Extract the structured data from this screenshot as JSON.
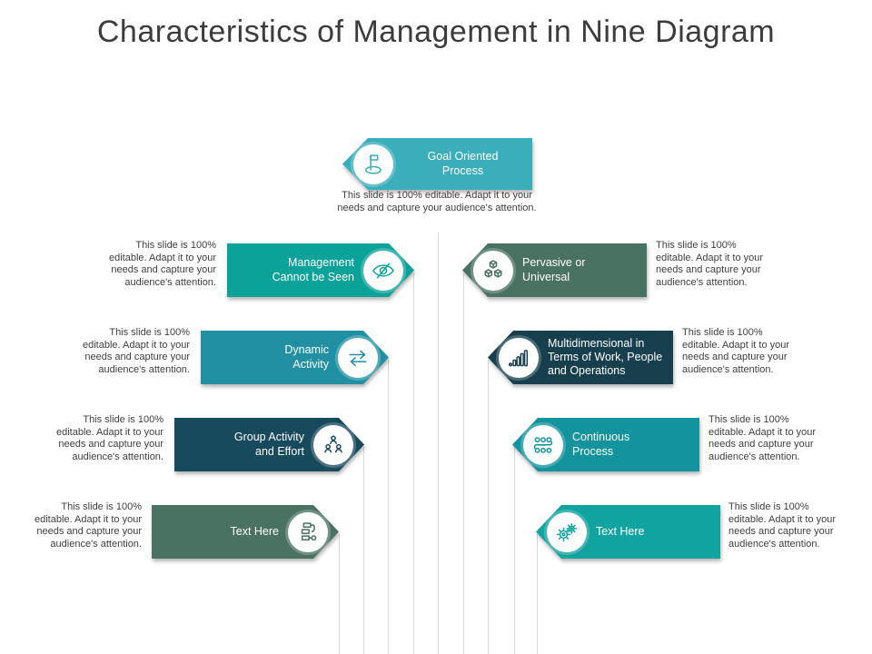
{
  "title": "Characteristics of Management in Nine Diagram",
  "caption": "This slide is 100% editable. Adapt it to your needs and capture your audience's attention.",
  "colors": {
    "background": "#ffffff",
    "title_text": "#3c3c3c",
    "caption_text": "#404040",
    "banner_text": "#ffffff",
    "connector_line": "#d9d9d9"
  },
  "banners": [
    {
      "label": "Goal Oriented Process",
      "color": "#3aaeba",
      "icon": "goal-flag-icon",
      "position": "top-center"
    },
    {
      "label": "Management Cannot be Seen",
      "color": "#0ba29a",
      "icon": "eye-hidden-icon",
      "position": "left-row-1"
    },
    {
      "label": "Pervasive or Universal",
      "color": "#4a7263",
      "icon": "cubes-icon",
      "position": "right-row-1"
    },
    {
      "label": "Dynamic Activity",
      "color": "#2090a2",
      "icon": "exchange-arrows-icon",
      "position": "left-row-2"
    },
    {
      "label": "Multidimensional in Terms of Work, People and Operations",
      "color": "#173f4e",
      "icon": "bar-chart-icon",
      "position": "right-row-2"
    },
    {
      "label": "Group Activity and Effort",
      "color": "#184a5e",
      "icon": "people-group-icon",
      "position": "left-row-3"
    },
    {
      "label": "Continuous Process",
      "color": "#12939d",
      "icon": "process-flow-icon",
      "position": "right-row-3"
    },
    {
      "label": "Text Here",
      "color": "#4a7263",
      "icon": "flowchart-docs-icon",
      "position": "left-row-4"
    },
    {
      "label": "Text Here",
      "color": "#10a3a0",
      "icon": "gears-icon",
      "position": "right-row-4"
    }
  ]
}
